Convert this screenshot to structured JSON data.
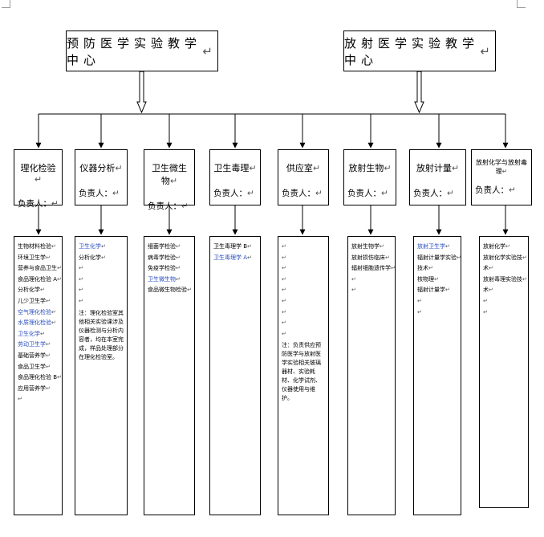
{
  "mark": "↵",
  "top_boxes": [
    {
      "label": "预防医学实验教学中心"
    },
    {
      "label": "放射医学实验教学中心"
    }
  ],
  "units": [
    {
      "title": "理化检验",
      "responsible": "负责人："
    },
    {
      "title": "仪器分析",
      "responsible": "负责人："
    },
    {
      "title": "卫生微生物",
      "responsible": "负责人："
    },
    {
      "title": "卫生毒理",
      "responsible": "负责人："
    },
    {
      "title": "供应室",
      "responsible": "负责人："
    },
    {
      "title": "放射生物",
      "responsible": "负责人："
    },
    {
      "title": "放射计量",
      "responsible": "负责人："
    },
    {
      "title": "放射化学与放射毒理",
      "responsible": "负责人："
    }
  ],
  "details": [
    {
      "lines": [
        {
          "text": "生物材料检验",
          "color": "#000000"
        },
        {
          "text": "环境卫生学",
          "color": "#000000"
        },
        {
          "text": "营养与食品卫生",
          "color": "#000000"
        },
        {
          "text": "食品理化检验 A",
          "color": "#000000"
        },
        {
          "text": "分析化学",
          "color": "#000000"
        },
        {
          "text": "儿少卫生学",
          "color": "#000000"
        },
        {
          "text": "空气理化检验",
          "color": "#2a4fbf"
        },
        {
          "text": "水质理化检验",
          "color": "#2a4fbf"
        },
        {
          "text": "卫生化学",
          "color": "#2a4fbf"
        },
        {
          "text": "劳动卫生学",
          "color": "#2a4fbf"
        },
        {
          "text": "基础营养学",
          "color": "#000000"
        },
        {
          "text": "食品卫生学",
          "color": "#000000"
        },
        {
          "text": "食品理化检验 B",
          "color": "#000000"
        },
        {
          "text": "应用营养学",
          "color": "#000000"
        },
        {
          "text": "",
          "color": "#000000"
        }
      ],
      "note": ""
    },
    {
      "lines": [
        {
          "text": "卫生化学",
          "color": "#2a4fbf"
        },
        {
          "text": "分析化学",
          "color": "#000000"
        },
        {
          "text": "",
          "color": "#000000"
        },
        {
          "text": "",
          "color": "#000000"
        },
        {
          "text": "",
          "color": "#000000"
        },
        {
          "text": "",
          "color": "#000000"
        }
      ],
      "note": "注：理化检验室其他相关实验课涉及仪器检测与分析内容者，均在本室完成，样品处理部分在理化检验室。"
    },
    {
      "lines": [
        {
          "text": "细菌学检验",
          "color": "#000000"
        },
        {
          "text": "病毒学检验",
          "color": "#000000"
        },
        {
          "text": "免疫学检验",
          "color": "#000000"
        },
        {
          "text": "卫生微生物",
          "color": "#2a4fbf"
        },
        {
          "text": "食品微生物检验",
          "color": "#000000"
        }
      ],
      "note": ""
    },
    {
      "lines": [
        {
          "text": "卫生毒理学 B",
          "color": "#000000"
        },
        {
          "text": "卫生毒理学 A",
          "color": "#2a4fbf"
        }
      ],
      "note": ""
    },
    {
      "lines": [
        {
          "text": "",
          "color": "#000000"
        },
        {
          "text": "",
          "color": "#000000"
        },
        {
          "text": "",
          "color": "#000000"
        },
        {
          "text": "",
          "color": "#000000"
        },
        {
          "text": "",
          "color": "#000000"
        },
        {
          "text": "",
          "color": "#000000"
        },
        {
          "text": "",
          "color": "#000000"
        },
        {
          "text": "",
          "color": "#000000"
        },
        {
          "text": "",
          "color": "#000000"
        }
      ],
      "note": "注：负责供应预防医学与放射医学实验相关玻璃器材、实验耗材、化学试剂、仪器使用与维护。"
    },
    {
      "lines": [
        {
          "text": "放射生物学",
          "color": "#000000"
        },
        {
          "text": "放射损伤临床",
          "color": "#000000"
        },
        {
          "text": "辐射细胞遗传学",
          "color": "#000000"
        },
        {
          "text": "",
          "color": "#000000"
        },
        {
          "text": "",
          "color": "#000000"
        }
      ],
      "note": ""
    },
    {
      "lines": [
        {
          "text": "放射卫生学",
          "color": "#2a4fbf"
        },
        {
          "text": "辐射计量学实验",
          "color": "#000000"
        },
        {
          "text": "技术",
          "color": "#000000"
        },
        {
          "text": "核物理",
          "color": "#000000"
        },
        {
          "text": "辐射计量学",
          "color": "#000000"
        },
        {
          "text": "",
          "color": "#000000"
        },
        {
          "text": "",
          "color": "#000000"
        }
      ],
      "note": ""
    },
    {
      "lines": [
        {
          "text": "放射化学",
          "color": "#000000"
        },
        {
          "text": "放射化学实验技",
          "color": "#000000"
        },
        {
          "text": "术",
          "color": "#000000"
        },
        {
          "text": "放射毒理实验技",
          "color": "#000000"
        },
        {
          "text": "术",
          "color": "#000000"
        },
        {
          "text": "",
          "color": "#000000"
        },
        {
          "text": "",
          "color": "#000000"
        }
      ],
      "note": ""
    }
  ]
}
